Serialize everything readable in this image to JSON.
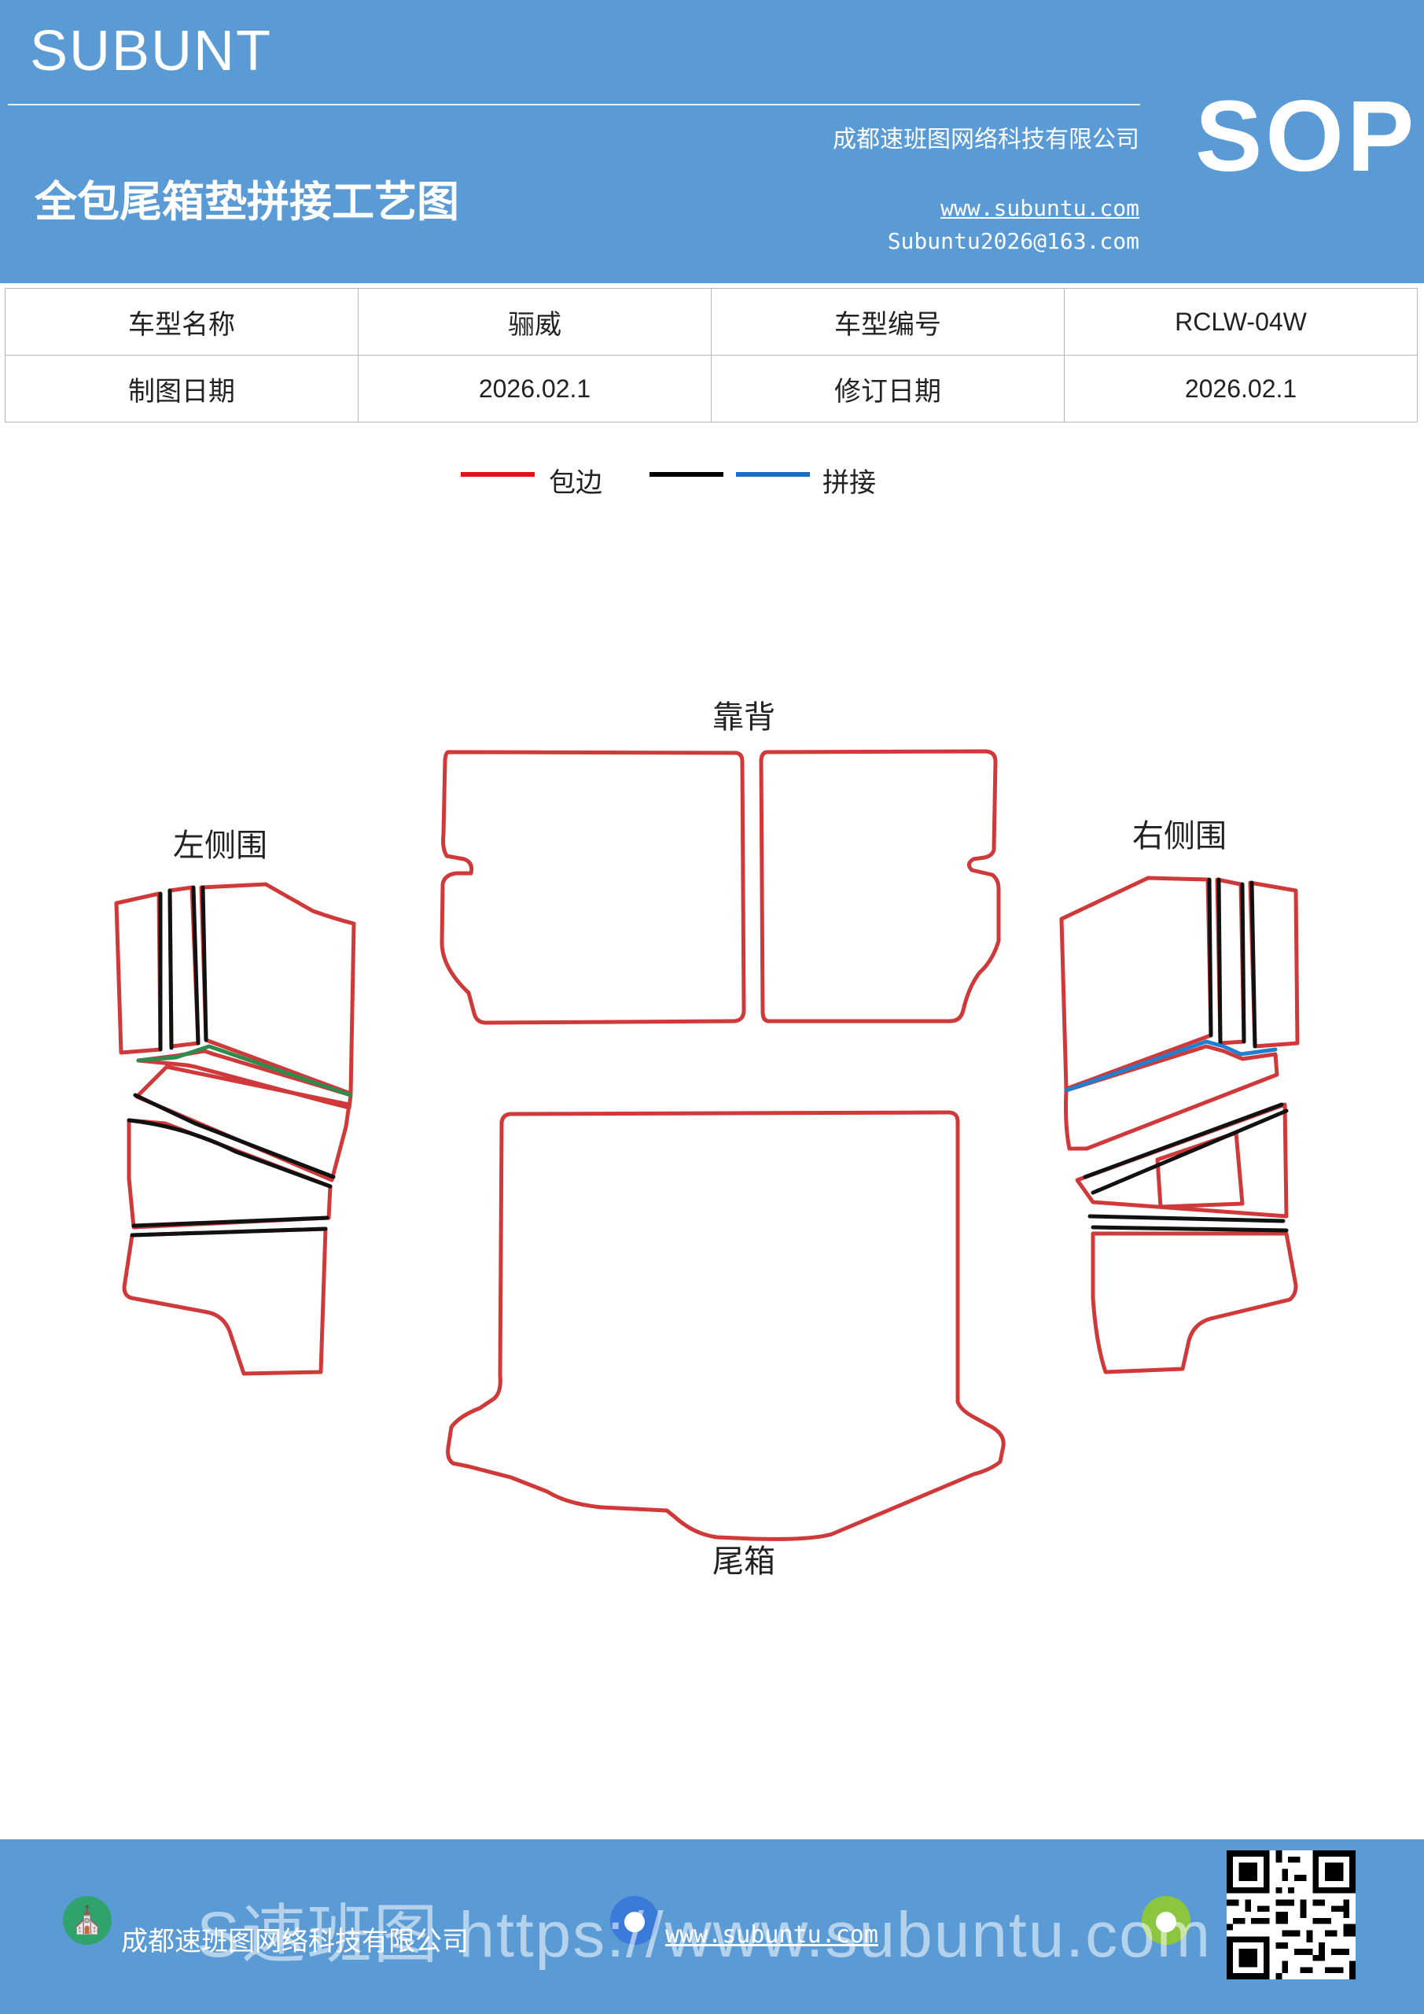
{
  "header": {
    "brand": "SUBUNT",
    "doc_title": "全包尾箱垫拼接工艺图",
    "company": "成都速班图网络科技有限公司",
    "website": "www.subuntu.com",
    "email": "Subuntu2026@163.com",
    "badge": "SOP"
  },
  "info_table": {
    "rows": [
      [
        "车型名称",
        "骊威",
        "车型编号",
        "RCLW-04W"
      ],
      [
        "制图日期",
        "2026.02.1",
        "修订日期",
        "2026.02.1"
      ]
    ]
  },
  "legend": {
    "items": [
      {
        "label": "包边",
        "color": "#e8101a"
      },
      {
        "label": "",
        "color": "#000000"
      },
      {
        "label": "拼接",
        "color": "#1a6fc4"
      }
    ]
  },
  "diagram": {
    "labels": {
      "backrest": "靠背",
      "left_side": "左侧围",
      "right_side": "右侧围",
      "trunk": "尾箱"
    },
    "colors": {
      "edge": "#d0393a",
      "seam_black": "#111111",
      "seam_green": "#2e8b4e",
      "seam_blue": "#1f7fd0"
    }
  },
  "footer": {
    "company": "成都速班图网络科技有限公司",
    "website": "www.subuntu.com",
    "overlay_text": "S速班图 https://www.subuntu.com",
    "icons": [
      "building-icon",
      "globe-icon",
      "wechat-icon"
    ]
  }
}
